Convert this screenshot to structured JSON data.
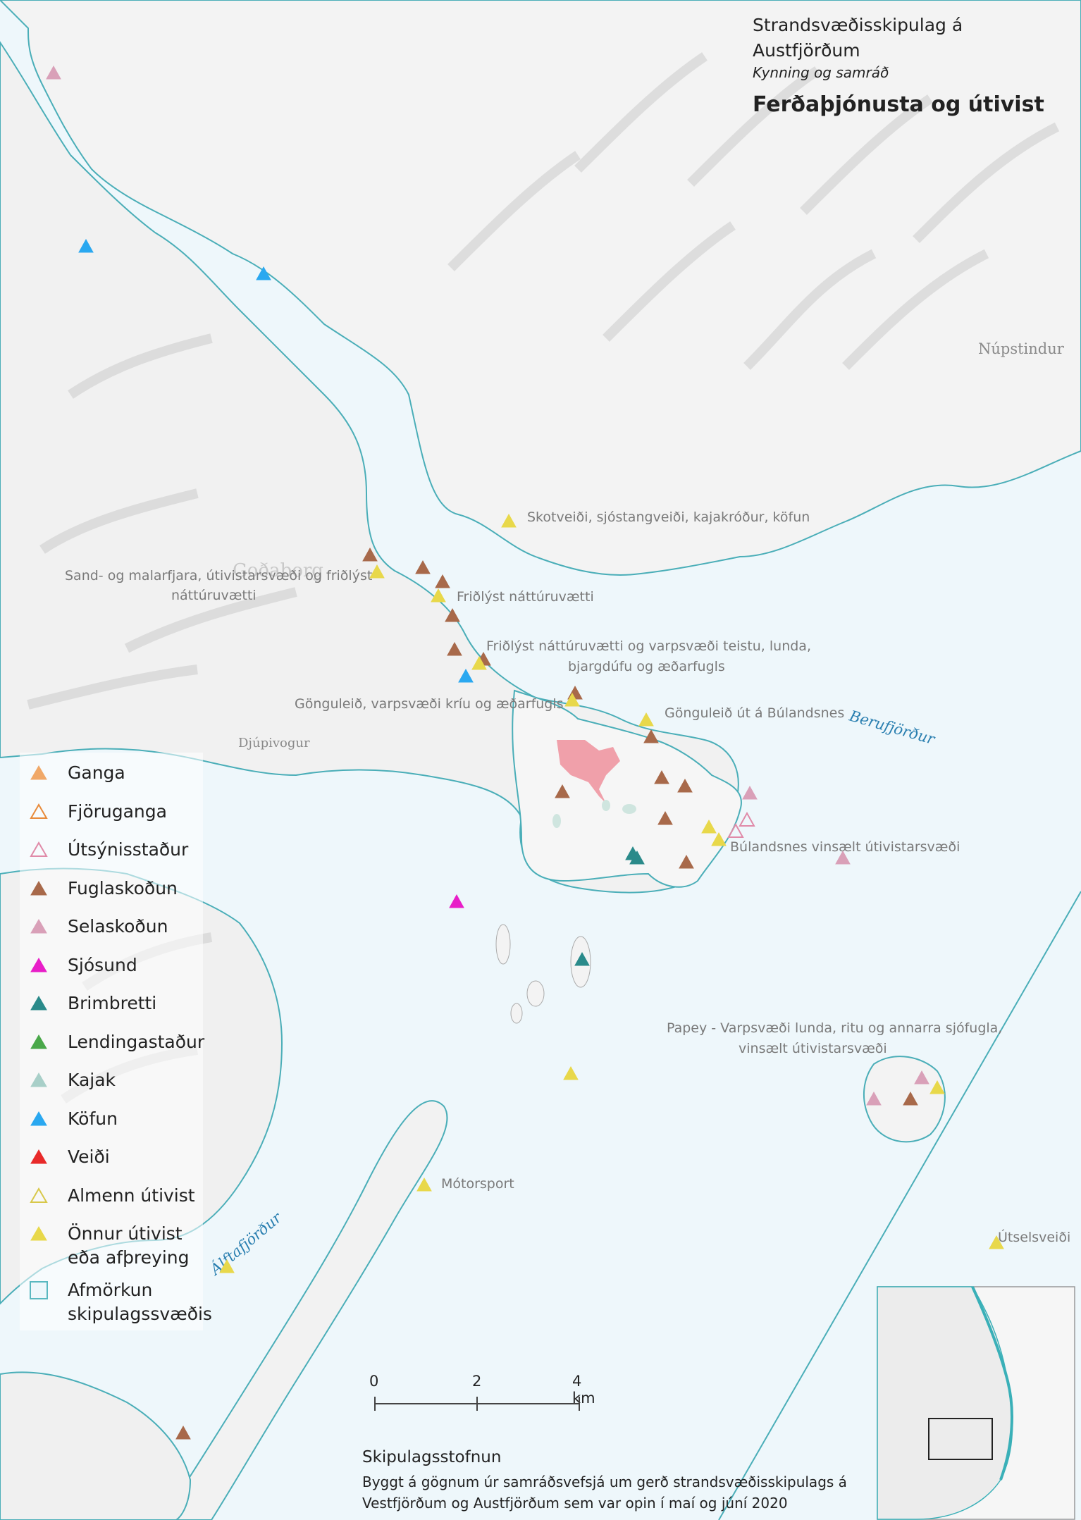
{
  "title": {
    "line1": "Strandsvæðisskipulag á Austfjörðum",
    "line2": "Kynning og samráð",
    "line3": "Ferðaþjónusta og útivist"
  },
  "place_labels": [
    {
      "text": "Núpstindur",
      "color": "#8a8a8a"
    },
    {
      "text": "Berufjörður",
      "color": "#2a7fb0"
    },
    {
      "text": "Djúpivogur",
      "color": "#8a8a8a"
    },
    {
      "text": "Álftafjörður",
      "color": "#2a7fb0"
    },
    {
      "text": "Goðaborg",
      "color": "#c8c8c8"
    }
  ],
  "annotations": [
    {
      "text": "Skotveiði, sjóstangveiði, kajakróður, köfun"
    },
    {
      "text": "Sand- og malarfjara, útivistarsvæði og friðlýst"
    },
    {
      "text": "náttúruvætti"
    },
    {
      "text": "Friðlýst náttúruvætti"
    },
    {
      "text": "Friðlýst náttúruvætti og varpsvæði teistu, lunda,"
    },
    {
      "text": "bjargdúfu og æðarfugls"
    },
    {
      "text": "Gönguleið, varpsvæði kríu og æðarfugls"
    },
    {
      "text": "Gönguleið út á Búlandsnes"
    },
    {
      "text": "Búlandsnes vinsælt útivistarsvæði"
    },
    {
      "text": "Papey - Varpsvæði lunda, ritu og annarra sjófugla,"
    },
    {
      "text": "vinsælt útivistarsvæði"
    },
    {
      "text": "Mótorsport"
    },
    {
      "text": "Útselsveiði"
    }
  ],
  "legend": [
    {
      "label": "Ganga",
      "color": "#f0a868",
      "fill": true
    },
    {
      "label": "Fjöruganga",
      "color": "#e88a3a",
      "fill": false
    },
    {
      "label": "Útsýnisstaður",
      "color": "#e08aa8",
      "fill": false
    },
    {
      "label": "Fuglaskoðun",
      "color": "#a8694a",
      "fill": true
    },
    {
      "label": "Selaskoðun",
      "color": "#d9a0b8",
      "fill": true
    },
    {
      "label": "Sjósund",
      "color": "#e81ec8",
      "fill": true
    },
    {
      "label": "Brimbretti",
      "color": "#2a8a8a",
      "fill": true
    },
    {
      "label": "Lendingastaður",
      "color": "#4aa84a",
      "fill": true
    },
    {
      "label": "Kajak",
      "color": "#a8cfc8",
      "fill": true
    },
    {
      "label": "Köfun",
      "color": "#2aa8f0",
      "fill": true
    },
    {
      "label": "Veiði",
      "color": "#e82a2a",
      "fill": true
    },
    {
      "label": "Almenn útivist",
      "color": "#d8c84a",
      "fill": false
    },
    {
      "label": "Önnur útivist",
      "label2": "eða afþreying",
      "color": "#e8d84a",
      "fill": true
    },
    {
      "label": "Afmörkun",
      "label2": "skipulagssvæðis",
      "color": "#5ab8c0",
      "fill": false,
      "shape": "square"
    }
  ],
  "scalebar": {
    "labels": [
      "0",
      "2",
      "4 km"
    ]
  },
  "footer": {
    "org": "Skipulagsstofnun",
    "source1": "Byggt á gögnum úr samráðsvefsjá um gerð strandsvæðisskipulags á",
    "source2": "Vestfjörðum og Austfjörðum sem var opin í maí og júní 2020"
  },
  "colors": {
    "sea": "#eef7fb",
    "coast": "#4aaeb8",
    "land": "#f4f4f4",
    "town": "#f0a0aa"
  }
}
